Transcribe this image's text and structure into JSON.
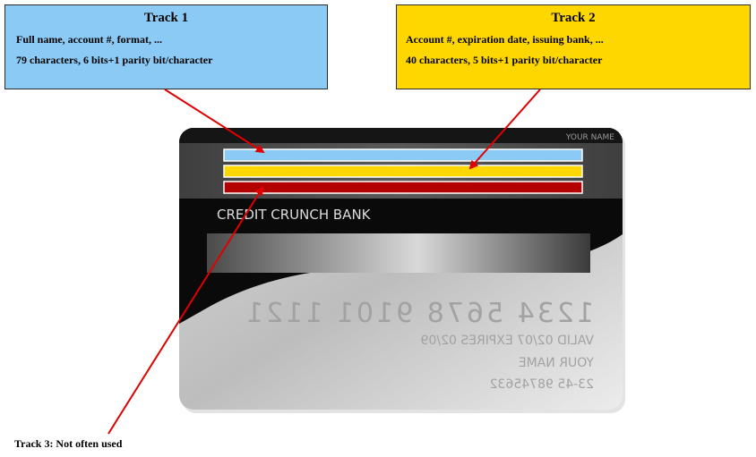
{
  "tracks": [
    {
      "title": "Track 1",
      "line1": "Full name, account #, format, ...",
      "line2": "79 characters, 6 bits+1 parity bit/character",
      "color": "#8ccaf6"
    },
    {
      "title": "Track 2",
      "line1": "Account #, expiration date, issuing bank, ...",
      "line2": "40 characters, 5 bits+1 parity bit/character",
      "color": "#ffd700"
    },
    {
      "title": "Track 3: Not often used",
      "color": "#b30000"
    }
  ],
  "card": {
    "bank_name": "CREDIT CRUNCH BANK",
    "header_name": "YOUR NAME",
    "mirrored_number": "1234 5678 9101 1121",
    "mirrored_dates": "VALID 02/07 EXPIRES 02/09",
    "mirrored_holder": "YOUR NAME",
    "mirrored_code": "23-45 98745632"
  },
  "arrow_color": "#e00000"
}
